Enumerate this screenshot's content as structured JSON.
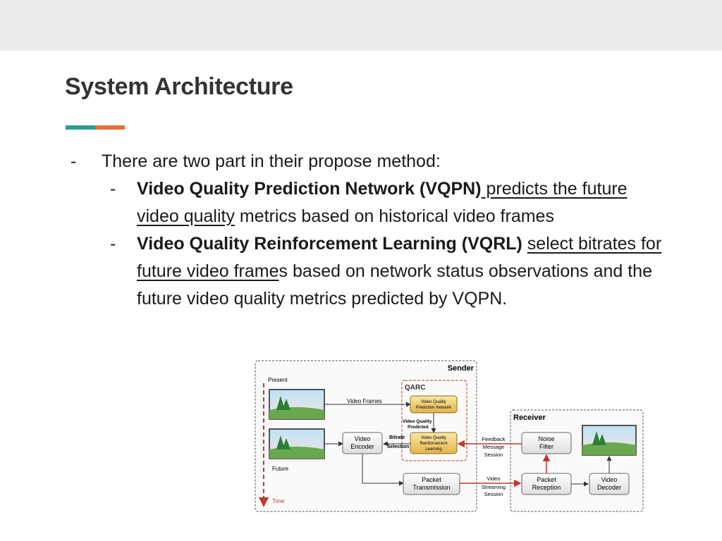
{
  "slide": {
    "title": "System Architecture",
    "colors": {
      "accent_teal": "#2a9d8f",
      "accent_orange": "#e76f3a",
      "topbar": "#ececec"
    }
  },
  "bullets": {
    "main": "There are two part in their propose method:",
    "vqpn": {
      "bold": "Video Quality Prediction Network (VQPN)",
      "underlined": " predicts the future video quality",
      "rest": " metrics based on historical video frames"
    },
    "vqrl": {
      "bold": "Video Quality Reinforcement Learning (VQRL)",
      "underlined": "select bitrates for future video frame",
      "rest": "s based on network status observations and the future video quality metrics predicted by VQPN."
    }
  },
  "diagram": {
    "sender_label": "Sender",
    "receiver_label": "Receiver",
    "qarc_label": "QARC",
    "present_label": "Present",
    "future_label": "Future",
    "time_label": "Time",
    "video_frames_label": "Video Frames",
    "vqpn_box": [
      "Video Quality",
      "Prediction Network"
    ],
    "vq_predicted": [
      "Video Quality",
      "Predicted"
    ],
    "vqrl_box": [
      "Video Quality",
      "Reinforcement",
      "Learning"
    ],
    "video_encoder": [
      "Video",
      "Encoder"
    ],
    "bitrate_selection": [
      "Bitrate",
      "Selection"
    ],
    "feedback": [
      "Feedback",
      "Message",
      "Session"
    ],
    "noise_filter": [
      "Noise",
      "Filter"
    ],
    "packet_transmission": [
      "Packet",
      "Transmission"
    ],
    "video_streaming": [
      "Video",
      "Streaming",
      "Session"
    ],
    "packet_reception": [
      "Packet",
      "Reception"
    ],
    "video_decoder": [
      "Video",
      "Decoder"
    ]
  }
}
